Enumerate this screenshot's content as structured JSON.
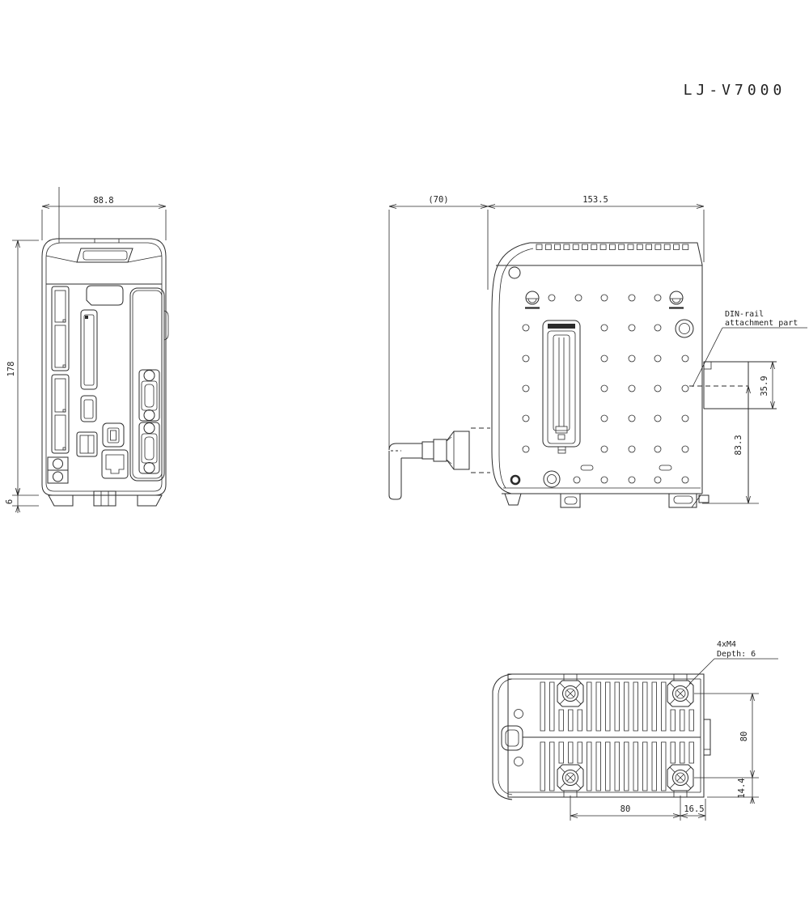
{
  "title": "LJ-V7000",
  "front_view": {
    "width_dim": "88.8",
    "height_dim": "178",
    "foot_height_dim": "6"
  },
  "side_view": {
    "cable_clearance_dim": "(70)",
    "body_width_dim": "153.5",
    "din_rail_label_line1": "DIN-rail",
    "din_rail_label_line2": "attachment part",
    "din_top_dim": "35.9",
    "din_bottom_dim": "83.3"
  },
  "bottom_view": {
    "mount_label_line1": "4xM4",
    "mount_label_line2": "Depth: 6",
    "hole_pitch_x_dim": "80",
    "edge_offset_x_dim": "16.5",
    "hole_pitch_y_dim": "80",
    "edge_offset_y_dim": "14.4"
  }
}
